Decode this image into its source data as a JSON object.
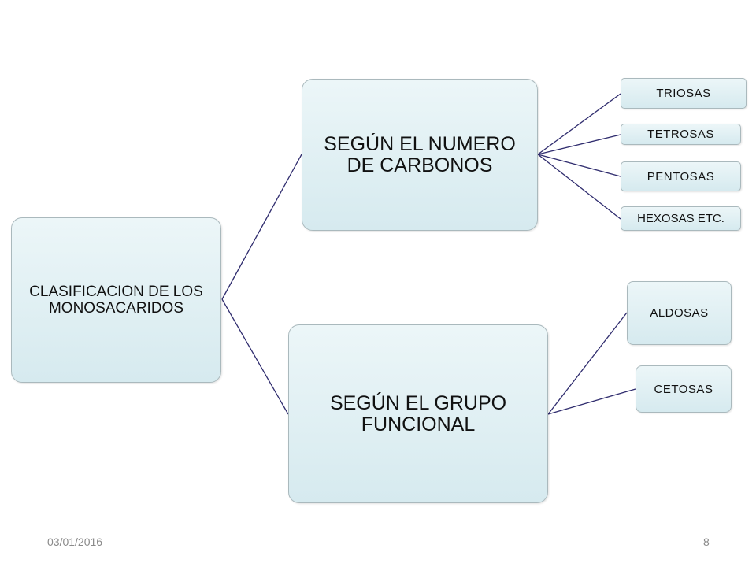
{
  "diagram": {
    "root": {
      "label": "CLASIFICACION DE LOS MONOSACARIDOS"
    },
    "branches": [
      {
        "label": "SEGÚN EL NUMERO DE CARBONOS",
        "children": [
          "TRIOSAS",
          "TETROSAS",
          "PENTOSAS",
          "HEXOSAS ETC."
        ]
      },
      {
        "label": "SEGÚN EL GRUPO FUNCIONAL",
        "children": [
          "ALDOSAS",
          "CETOSAS"
        ]
      }
    ],
    "connector_color": "#2f2c6e",
    "box_fill": "#dcedf1"
  },
  "footer": {
    "date": "03/01/2016",
    "page_number": "8"
  }
}
